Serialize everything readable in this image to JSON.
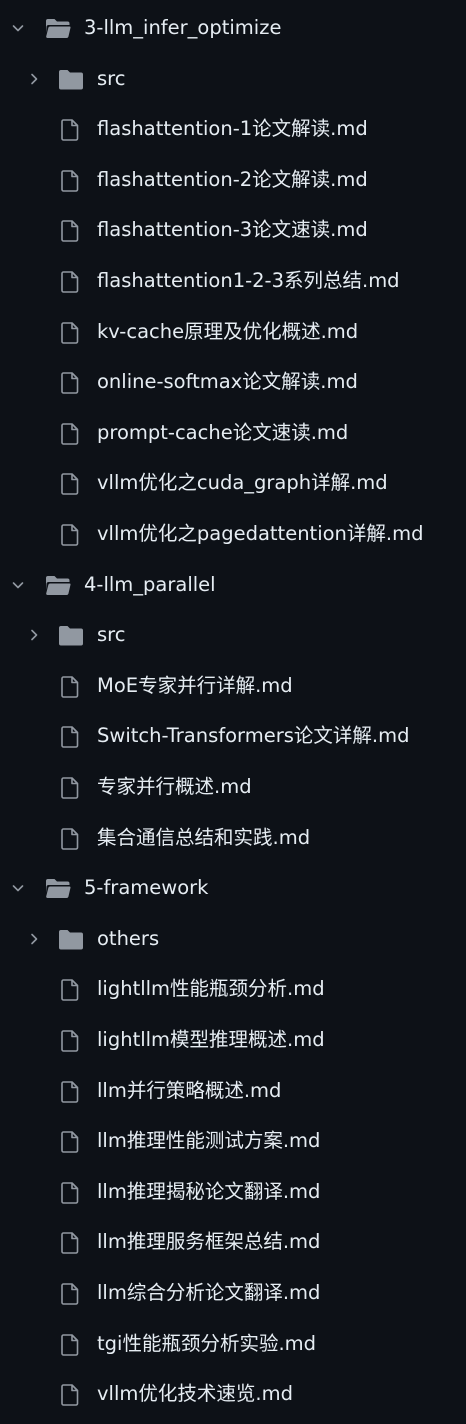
{
  "colors": {
    "background": "#0d1117",
    "text": "#e6edf3",
    "icon": "#9198a1"
  },
  "tree": [
    {
      "label": "3-llm_infer_optimize",
      "expanded": true,
      "children": [
        {
          "label": "src",
          "type": "folder",
          "expanded": false
        },
        {
          "label": "flashattention-1论文解读.md",
          "type": "file"
        },
        {
          "label": "flashattention-2论文解读.md",
          "type": "file"
        },
        {
          "label": "flashattention-3论文速读.md",
          "type": "file"
        },
        {
          "label": "flashattention1-2-3系列总结.md",
          "type": "file"
        },
        {
          "label": "kv-cache原理及优化概述.md",
          "type": "file"
        },
        {
          "label": "online-softmax论文解读.md",
          "type": "file"
        },
        {
          "label": "prompt-cache论文速读.md",
          "type": "file"
        },
        {
          "label": "vllm优化之cuda_graph详解.md",
          "type": "file"
        },
        {
          "label": "vllm优化之pagedattention详解.md",
          "type": "file"
        }
      ]
    },
    {
      "label": "4-llm_parallel",
      "expanded": true,
      "children": [
        {
          "label": "src",
          "type": "folder",
          "expanded": false
        },
        {
          "label": "MoE专家并行详解.md",
          "type": "file"
        },
        {
          "label": "Switch-Transformers论文详解.md",
          "type": "file"
        },
        {
          "label": "专家并行概述.md",
          "type": "file"
        },
        {
          "label": "集合通信总结和实践.md",
          "type": "file"
        }
      ]
    },
    {
      "label": "5-framework",
      "expanded": true,
      "children": [
        {
          "label": "others",
          "type": "folder",
          "expanded": false
        },
        {
          "label": "lightllm性能瓶颈分析.md",
          "type": "file"
        },
        {
          "label": "lightllm模型推理概述.md",
          "type": "file"
        },
        {
          "label": "llm并行策略概述.md",
          "type": "file"
        },
        {
          "label": "llm推理性能测试方案.md",
          "type": "file"
        },
        {
          "label": "llm推理揭秘论文翻译.md",
          "type": "file"
        },
        {
          "label": "llm推理服务框架总结.md",
          "type": "file"
        },
        {
          "label": "llm综合分析论文翻译.md",
          "type": "file"
        },
        {
          "label": "tgi性能瓶颈分析实验.md",
          "type": "file"
        },
        {
          "label": "vllm优化技术速览.md",
          "type": "file"
        }
      ]
    }
  ]
}
